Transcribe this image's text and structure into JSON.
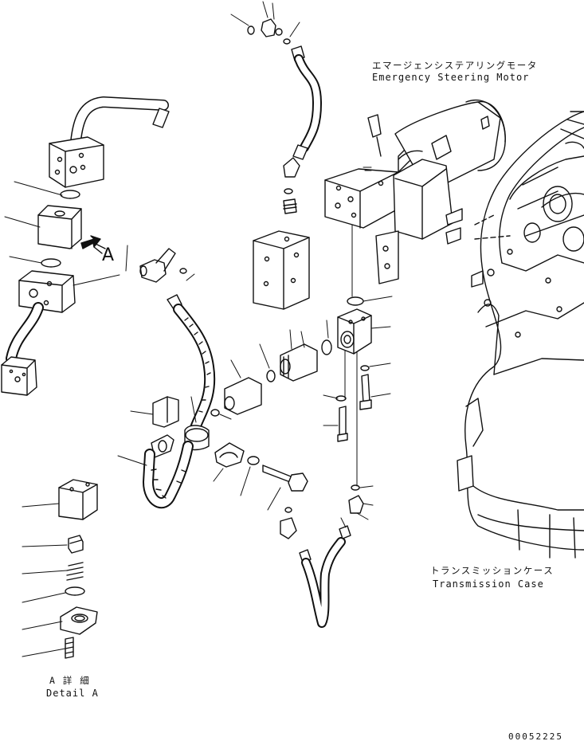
{
  "labels": {
    "emergency_motor_jp": "エマージェンシステアリングモータ",
    "emergency_motor_en": "Emergency Steering Motor",
    "transmission_case_jp": "トランスミッションケース",
    "transmission_case_en": "Transmission Case",
    "detail_a_jp": "A 詳 細",
    "detail_a_en": "Detail A",
    "callout_a": "A",
    "document_number": "00052225"
  }
}
